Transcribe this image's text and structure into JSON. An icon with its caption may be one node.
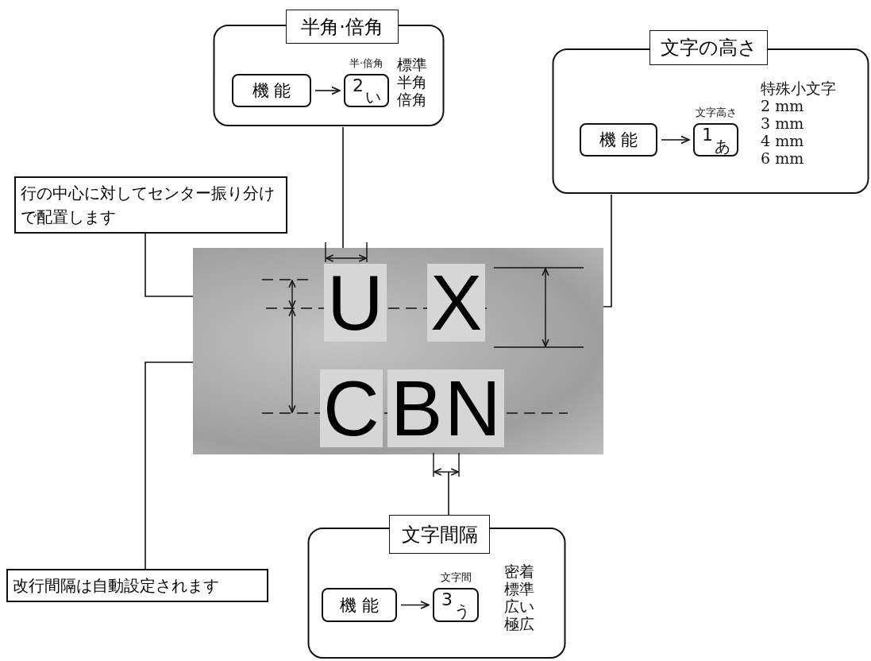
{
  "diagram": {
    "nodes": [
      {
        "text": [
          "半角·倍角",
          "標準",
          "半角",
          "倍角"
        ]
      },
      {
        "text": [
          "機 能"
        ],
        "in": 0
      },
      {
        "text": [
          "2",
          "い"
        ],
        "beside": [
          "半·倍角"
        ],
        "in": 0
      },
      {
        "text": [
          "文字の高さ",
          "特殊小文字",
          "2 mm",
          "3 mm",
          "4 mm",
          "6 mm"
        ]
      },
      {
        "text": [
          "機 能"
        ],
        "in": 3
      },
      {
        "text": [
          "1",
          "あ"
        ],
        "beside": [
          "文字高さ"
        ],
        "in": 3
      },
      {
        "text": [
          "行の中心に対してセンター振り分けで配置します"
        ]
      },
      {
        "text": [
          "改行間隔は自動設定されます"
        ]
      },
      {
        "text": [
          "文字間隔",
          "密着",
          "標準",
          "広い",
          "極広"
        ]
      },
      {
        "text": [
          "機 能"
        ],
        "in": 8
      },
      {
        "text": [
          "3",
          "う"
        ],
        "beside": [
          "文字間"
        ],
        "in": 8
      },
      {
        "text": [
          "U",
          "X",
          "C",
          "B",
          "N"
        ]
      }
    ],
    "edges": [
      {
        "from": 1,
        "to": 2,
        "arrow": "to"
      },
      {
        "from": 4,
        "to": 5,
        "arrow": "to"
      },
      {
        "from": 9,
        "to": 10,
        "arrow": "to"
      },
      {
        "from": 0,
        "to": 11,
        "arrow": "none"
      },
      {
        "from": 3,
        "to": 11,
        "arrow": "none"
      },
      {
        "from": 6,
        "to": 11,
        "arrow": "none"
      },
      {
        "from": 7,
        "to": 11,
        "arrow": "none"
      },
      {
        "from": 8,
        "to": null,
        "arrow": "none"
      }
    ]
  }
}
